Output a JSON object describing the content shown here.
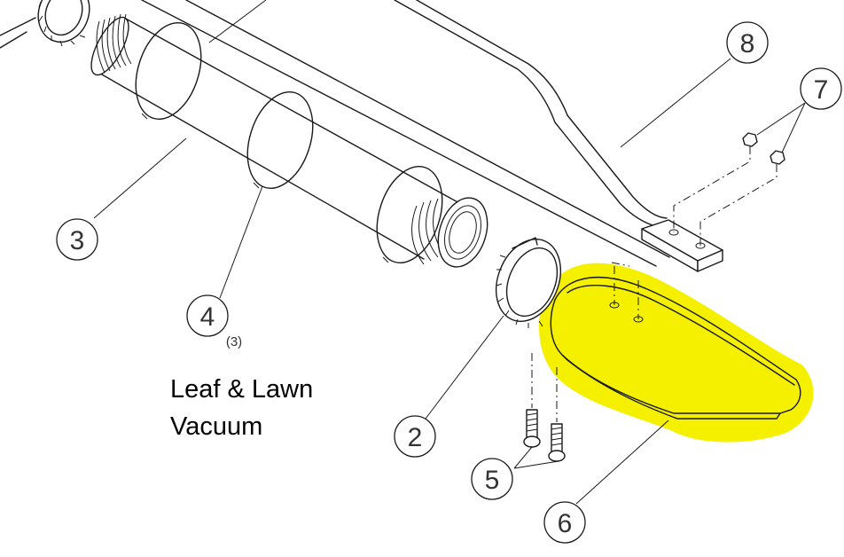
{
  "caption": {
    "line1": "Leaf & Lawn",
    "line2": "Vacuum"
  },
  "callouts": [
    {
      "id": "part-8",
      "label": "8"
    },
    {
      "id": "part-7",
      "label": "7"
    },
    {
      "id": "part-3",
      "label": "3"
    },
    {
      "id": "part-4",
      "label": "4",
      "qty": "(3)"
    },
    {
      "id": "part-2",
      "label": "2"
    },
    {
      "id": "part-5",
      "label": "5"
    },
    {
      "id": "part-6",
      "label": "6"
    }
  ],
  "colors": {
    "highlight": "#f5f000",
    "line": "#1a1a1a",
    "background": "#ffffff"
  },
  "highlighted_part": "6"
}
